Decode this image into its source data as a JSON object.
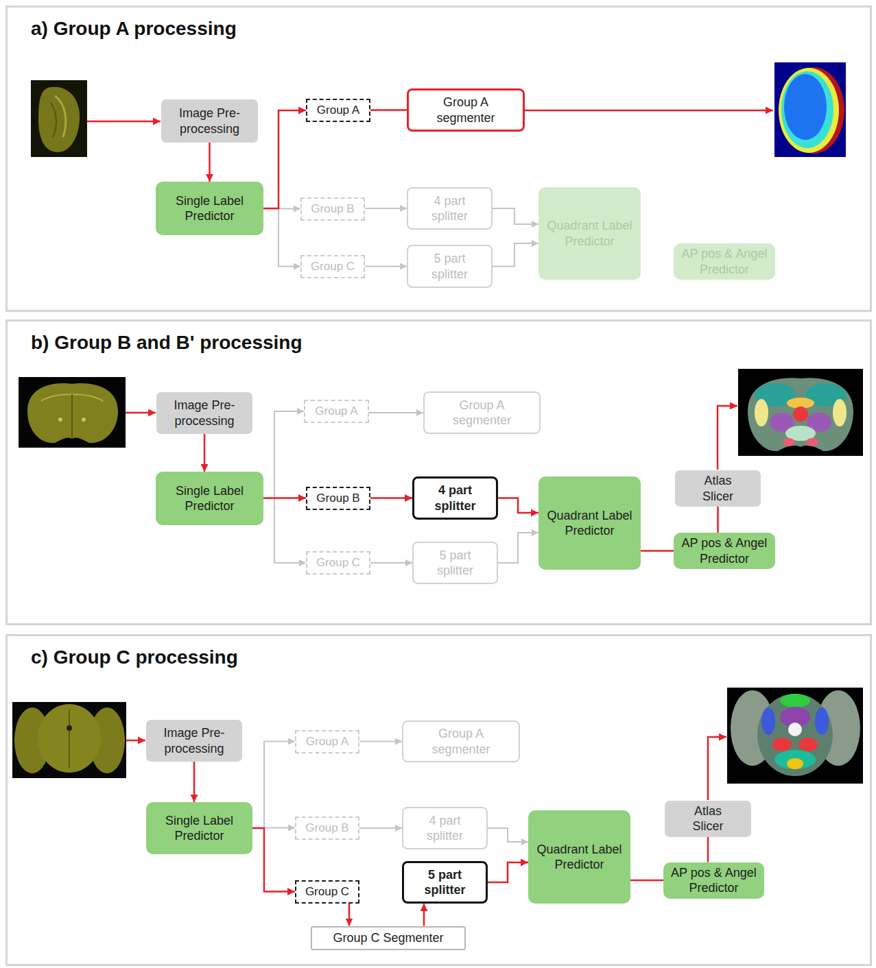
{
  "diagram": {
    "nodes": [
      {
        "text": [
          "a) Group A processing"
        ]
      },
      {
        "text": [
          "Image Pre-processing"
        ],
        "in": 0
      },
      {
        "text": [
          "Group A"
        ],
        "in": 0
      },
      {
        "text": [
          "Group A segmenter"
        ],
        "in": 0
      },
      {
        "text": [
          "Single Label Predictor"
        ],
        "in": 0
      },
      {
        "text": [
          "Group B"
        ],
        "in": 0
      },
      {
        "text": [
          "4 part splitter"
        ],
        "in": 0
      },
      {
        "text": [
          "Quadrant Label Predictor"
        ],
        "in": 0
      },
      {
        "text": [
          "Group C"
        ],
        "in": 0
      },
      {
        "text": [
          "5 part splitter"
        ],
        "in": 0
      },
      {
        "text": [
          "AP pos & Angel Predictor"
        ],
        "in": 0
      },
      {
        "text": [
          "b) Group B and B' processing"
        ]
      },
      {
        "text": [
          "Image Pre-processing"
        ],
        "in": 11
      },
      {
        "text": [
          "Group A"
        ],
        "in": 11
      },
      {
        "text": [
          "Group A segmenter"
        ],
        "in": 11
      },
      {
        "text": [
          "Atlas Slicer"
        ],
        "in": 11
      },
      {
        "text": [
          "Single Label Predictor"
        ],
        "in": 11
      },
      {
        "text": [
          "Group B"
        ],
        "in": 11
      },
      {
        "text": [
          "4 part splitter"
        ],
        "in": 11
      },
      {
        "text": [
          "Quadrant Label Predictor"
        ],
        "in": 11
      },
      {
        "text": [
          "AP pos & Angel Predictor"
        ],
        "in": 11
      },
      {
        "text": [
          "Group C"
        ],
        "in": 11
      },
      {
        "text": [
          "5 part splitter"
        ],
        "in": 11
      },
      {
        "text": [
          "c) Group C processing"
        ]
      },
      {
        "text": [
          "Image Pre-processing"
        ],
        "in": 23
      },
      {
        "text": [
          "Group A"
        ],
        "in": 23
      },
      {
        "text": [
          "Group A segmenter"
        ],
        "in": 23
      },
      {
        "text": [
          "Atlas Slicer"
        ],
        "in": 23
      },
      {
        "text": [
          "Single Label Predictor"
        ],
        "in": 23
      },
      {
        "text": [
          "Group B"
        ],
        "in": 23
      },
      {
        "text": [
          "4 part splitter"
        ],
        "in": 23
      },
      {
        "text": [
          "Quadrant Label Predictor"
        ],
        "in": 23
      },
      {
        "text": [
          "AP pos & Angel Predictor"
        ],
        "in": 23
      },
      {
        "text": [
          "Group C"
        ],
        "in": 23
      },
      {
        "text": [
          "5 part splitter"
        ],
        "in": 23
      },
      {
        "text": [
          "Group C Segmenter"
        ],
        "in": 23
      }
    ],
    "edges": [
      {
        "from": 1,
        "to": 4,
        "arrow": "to"
      },
      {
        "from": 4,
        "to": 2,
        "arrow": "to"
      },
      {
        "from": 2,
        "to": 3,
        "arrow": "none"
      },
      {
        "from": 4,
        "to": 5,
        "arrow": "to"
      },
      {
        "from": 5,
        "to": 6,
        "arrow": "to"
      },
      {
        "from": 4,
        "to": 8,
        "arrow": "to"
      },
      {
        "from": 8,
        "to": 9,
        "arrow": "to"
      },
      {
        "from": 6,
        "to": 7,
        "arrow": "to"
      },
      {
        "from": 9,
        "to": 7,
        "arrow": "to"
      },
      {
        "from": 12,
        "to": 16,
        "arrow": "to"
      },
      {
        "from": 16,
        "to": 13,
        "arrow": "to"
      },
      {
        "from": 13,
        "to": 14,
        "arrow": "to"
      },
      {
        "from": 16,
        "to": 17,
        "arrow": "to"
      },
      {
        "from": 17,
        "to": 18,
        "arrow": "to"
      },
      {
        "from": 16,
        "to": 21,
        "arrow": "to"
      },
      {
        "from": 21,
        "to": 22,
        "arrow": "to"
      },
      {
        "from": 18,
        "to": 19,
        "arrow": "to"
      },
      {
        "from": 22,
        "to": 19,
        "arrow": "to"
      },
      {
        "from": 19,
        "to": 20,
        "arrow": "none"
      },
      {
        "from": 20,
        "to": 15,
        "arrow": "none"
      },
      {
        "from": 24,
        "to": 28,
        "arrow": "to"
      },
      {
        "from": 28,
        "to": 25,
        "arrow": "to"
      },
      {
        "from": 25,
        "to": 26,
        "arrow": "to"
      },
      {
        "from": 28,
        "to": 29,
        "arrow": "to"
      },
      {
        "from": 29,
        "to": 30,
        "arrow": "to"
      },
      {
        "from": 28,
        "to": 33,
        "arrow": "to"
      },
      {
        "from": 33,
        "to": 35,
        "arrow": "to"
      },
      {
        "from": 35,
        "to": 34,
        "arrow": "to"
      },
      {
        "from": 30,
        "to": 31,
        "arrow": "to"
      },
      {
        "from": 34,
        "to": 31,
        "arrow": "to"
      },
      {
        "from": 31,
        "to": 32,
        "arrow": "none"
      },
      {
        "from": 32,
        "to": 27,
        "arrow": "none"
      }
    ]
  }
}
